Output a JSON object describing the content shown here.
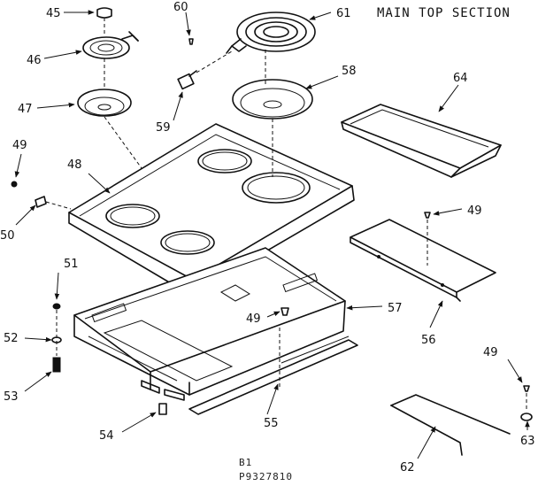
{
  "title": "MAIN TOP SECTION",
  "footer": {
    "line1": "B1",
    "line2": "P9327810"
  },
  "parts": [
    {
      "id": "45",
      "label": "45"
    },
    {
      "id": "46",
      "label": "46"
    },
    {
      "id": "47",
      "label": "47"
    },
    {
      "id": "48",
      "label": "48"
    },
    {
      "id": "49a",
      "label": "49"
    },
    {
      "id": "50",
      "label": "50"
    },
    {
      "id": "51",
      "label": "51"
    },
    {
      "id": "52",
      "label": "52"
    },
    {
      "id": "53",
      "label": "53"
    },
    {
      "id": "54",
      "label": "54"
    },
    {
      "id": "55",
      "label": "55"
    },
    {
      "id": "49b",
      "label": "49"
    },
    {
      "id": "57",
      "label": "57"
    },
    {
      "id": "56",
      "label": "56"
    },
    {
      "id": "49c",
      "label": "49"
    },
    {
      "id": "49d",
      "label": "49"
    },
    {
      "id": "63",
      "label": "63"
    },
    {
      "id": "62",
      "label": "62"
    },
    {
      "id": "64",
      "label": "64"
    },
    {
      "id": "58",
      "label": "58"
    },
    {
      "id": "59",
      "label": "59"
    },
    {
      "id": "60",
      "label": "60"
    },
    {
      "id": "61",
      "label": "61"
    }
  ]
}
